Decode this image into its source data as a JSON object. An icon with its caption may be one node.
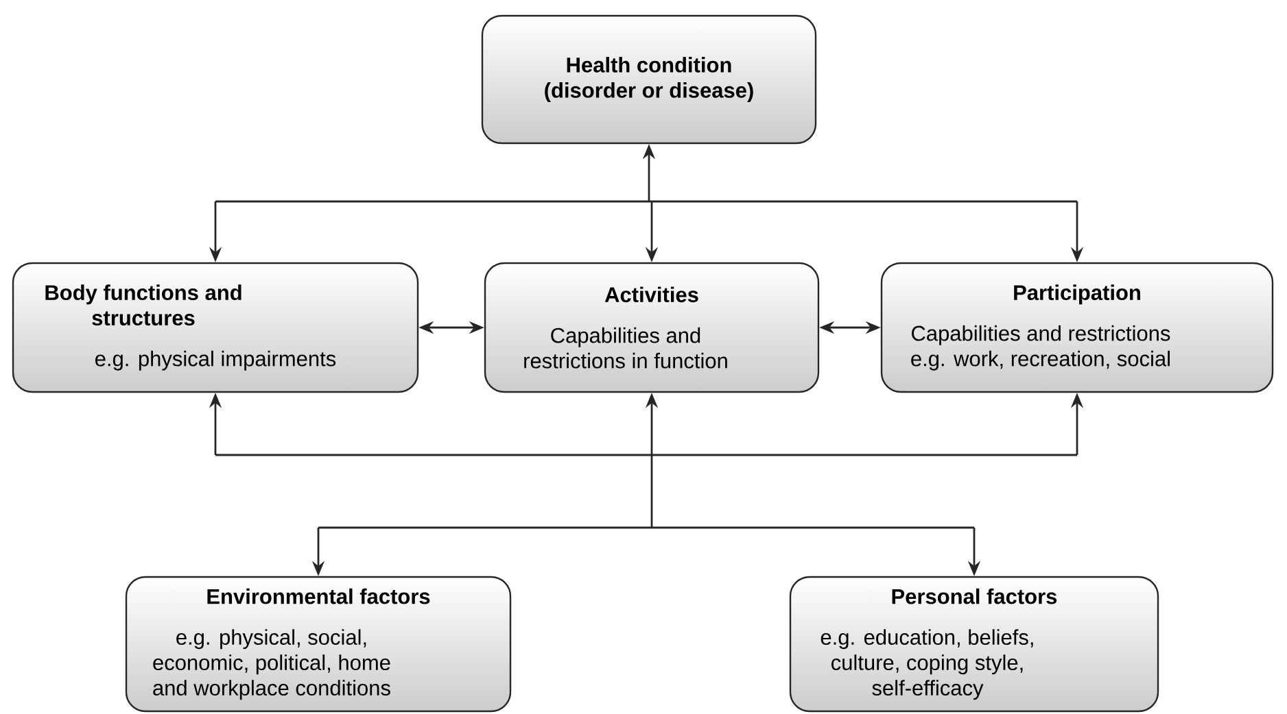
{
  "diagram": {
    "nodes": [
      {
        "text": [
          "Health condition (disorder or disease)"
        ]
      },
      {
        "text": [
          "Body functions and structures",
          "e.g. physical impairments"
        ]
      },
      {
        "text": [
          "Activities",
          "Capabilities and restrictions in function"
        ]
      },
      {
        "text": [
          "Participation",
          "Capabilities and restrictions e.g. work, recreation, social"
        ]
      },
      {
        "text": [
          "Environmental factors",
          "e.g. physical, social, economic, political, home and workplace conditions"
        ]
      },
      {
        "text": [
          "Personal factors",
          "e.g. education, beliefs, culture, coping style, self-efficacy"
        ]
      }
    ],
    "edges": [
      {
        "from": 0,
        "to": 1,
        "arrow": "both"
      },
      {
        "from": 0,
        "to": 2,
        "arrow": "both"
      },
      {
        "from": 0,
        "to": 3,
        "arrow": "both"
      },
      {
        "from": 1,
        "to": 2,
        "arrow": "both"
      },
      {
        "from": 2,
        "to": 3,
        "arrow": "both"
      },
      {
        "from": 4,
        "to": 1,
        "arrow": "both"
      },
      {
        "from": 4,
        "to": 2,
        "arrow": "both"
      },
      {
        "from": 4,
        "to": 3,
        "arrow": "both"
      },
      {
        "from": 5,
        "to": 1,
        "arrow": "both"
      },
      {
        "from": 5,
        "to": 2,
        "arrow": "both"
      },
      {
        "from": 5,
        "to": 3,
        "arrow": "both"
      }
    ]
  }
}
